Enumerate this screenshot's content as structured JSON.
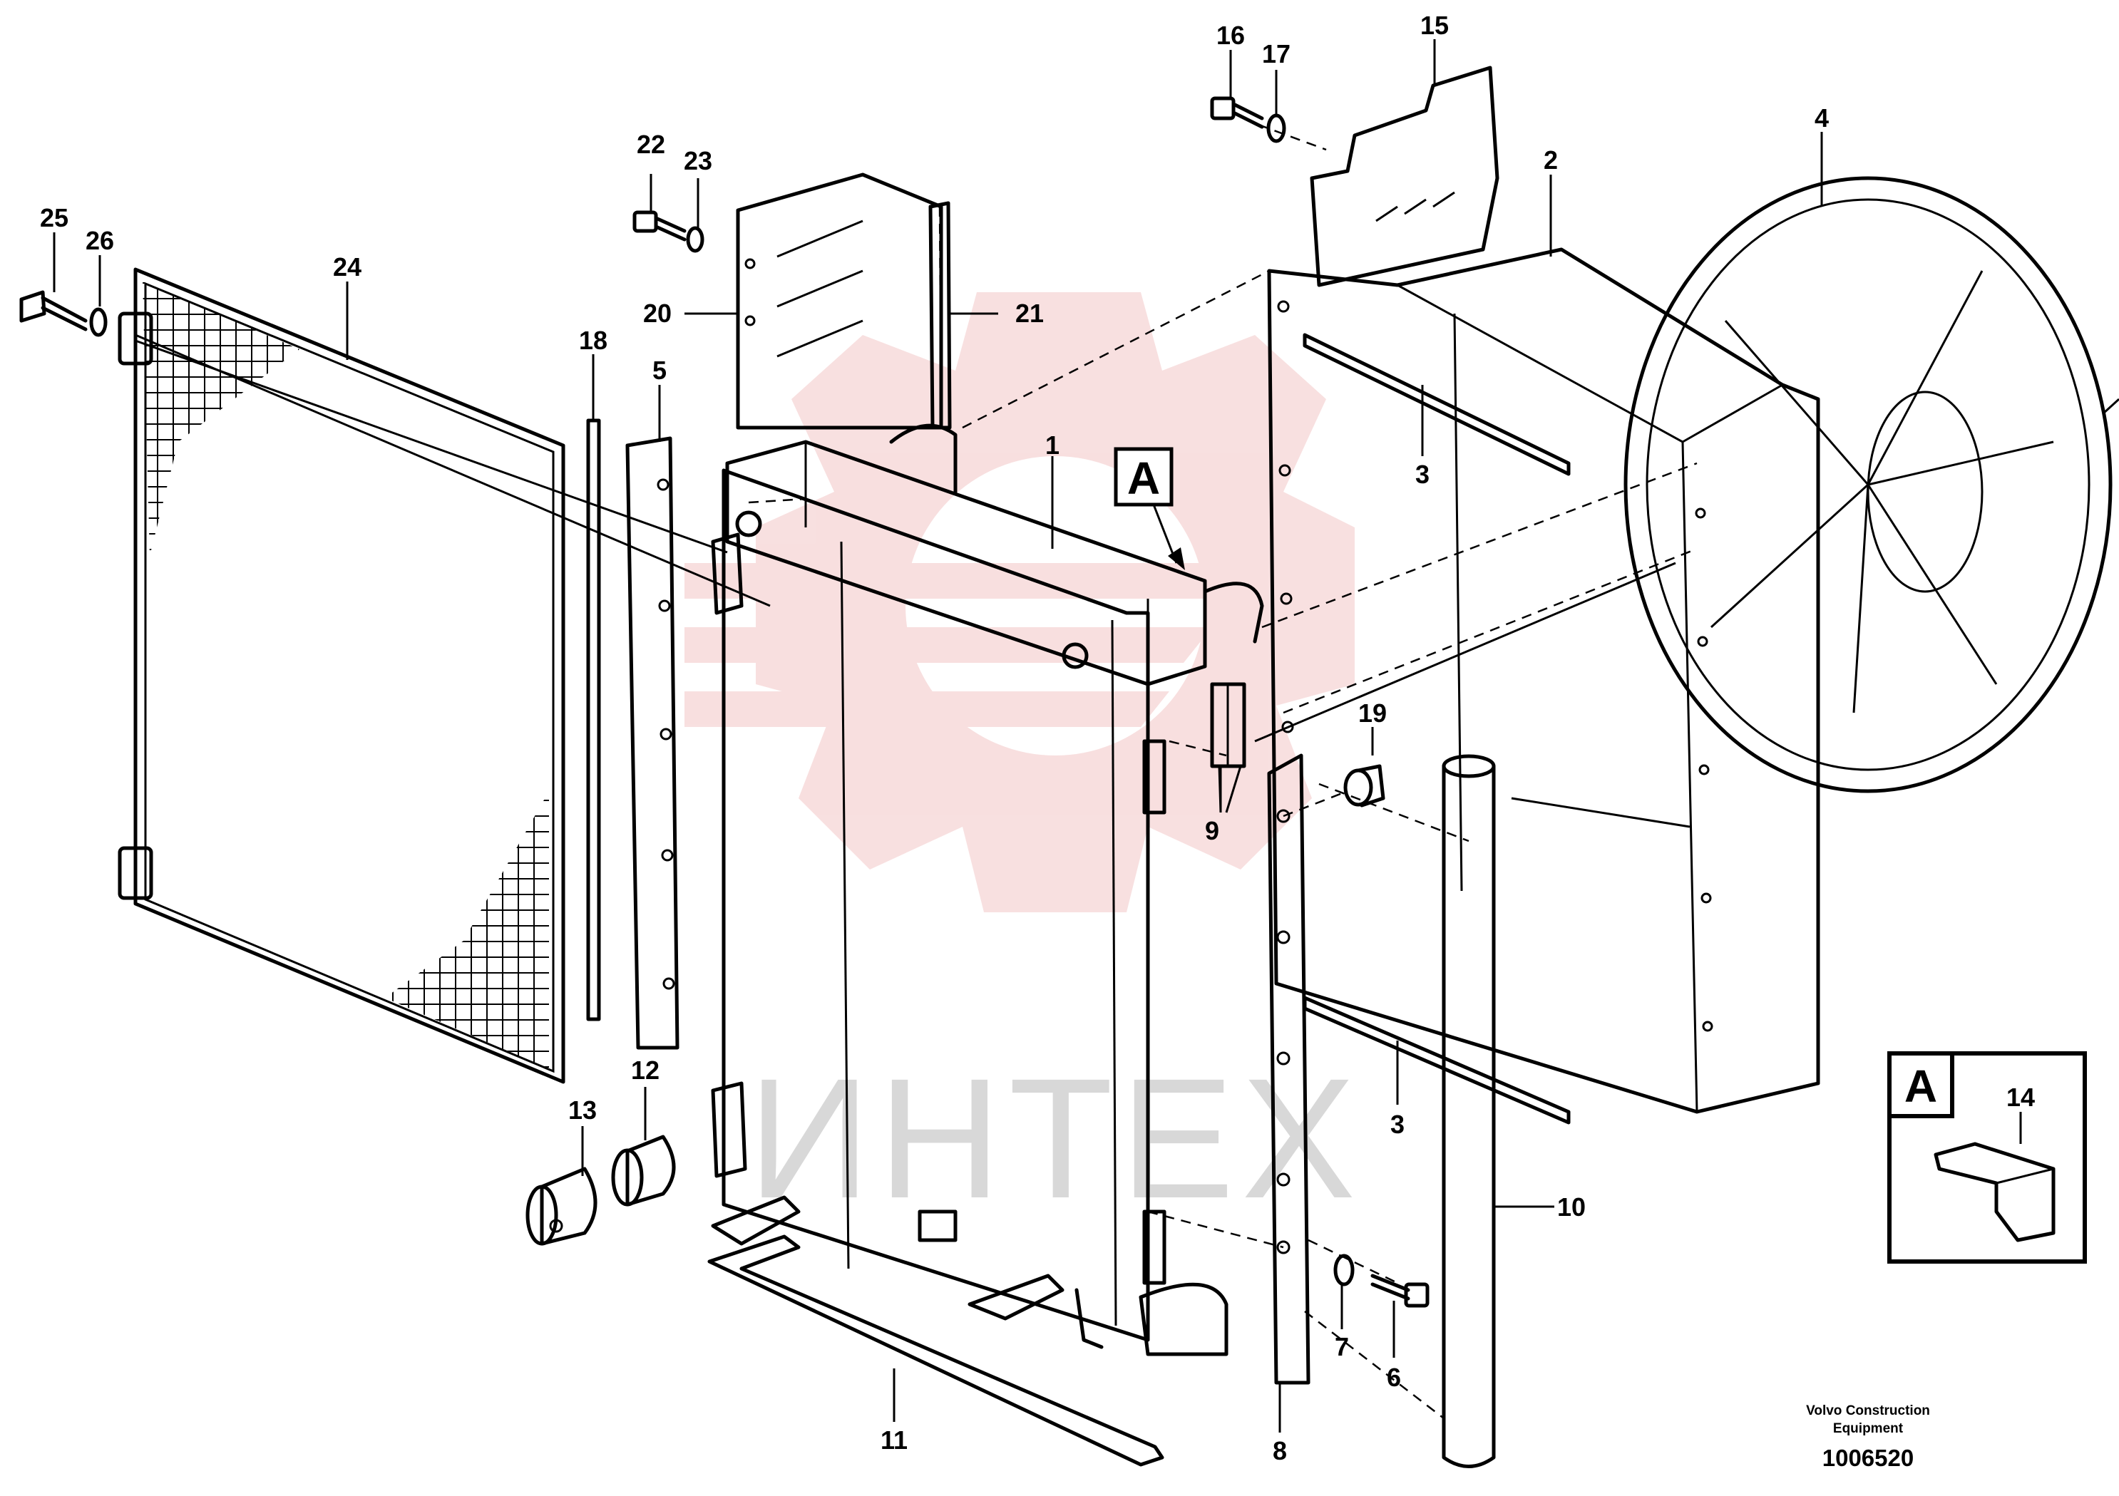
{
  "labels": {
    "l1": "1",
    "l2": "2",
    "l3a": "3",
    "l3b": "3",
    "l4": "4",
    "l5": "5",
    "l6": "6",
    "l7": "7",
    "l8": "8",
    "l9": "9",
    "l10": "10",
    "l11": "11",
    "l12": "12",
    "l13": "13",
    "l14": "14",
    "l15": "15",
    "l16": "16",
    "l17": "17",
    "l18": "18",
    "l19": "19",
    "l20": "20",
    "l21": "21",
    "l22": "22",
    "l23": "23",
    "l24": "24",
    "l25": "25",
    "l26": "26"
  },
  "detail": {
    "callout": "A",
    "inset": "A"
  },
  "watermark": {
    "text": "ИНТЕХ",
    "color": "#f3c6c6"
  },
  "footer": {
    "credit_line1": "Volvo Construction",
    "credit_line2": "Equipment",
    "ref_number": "1006520"
  }
}
